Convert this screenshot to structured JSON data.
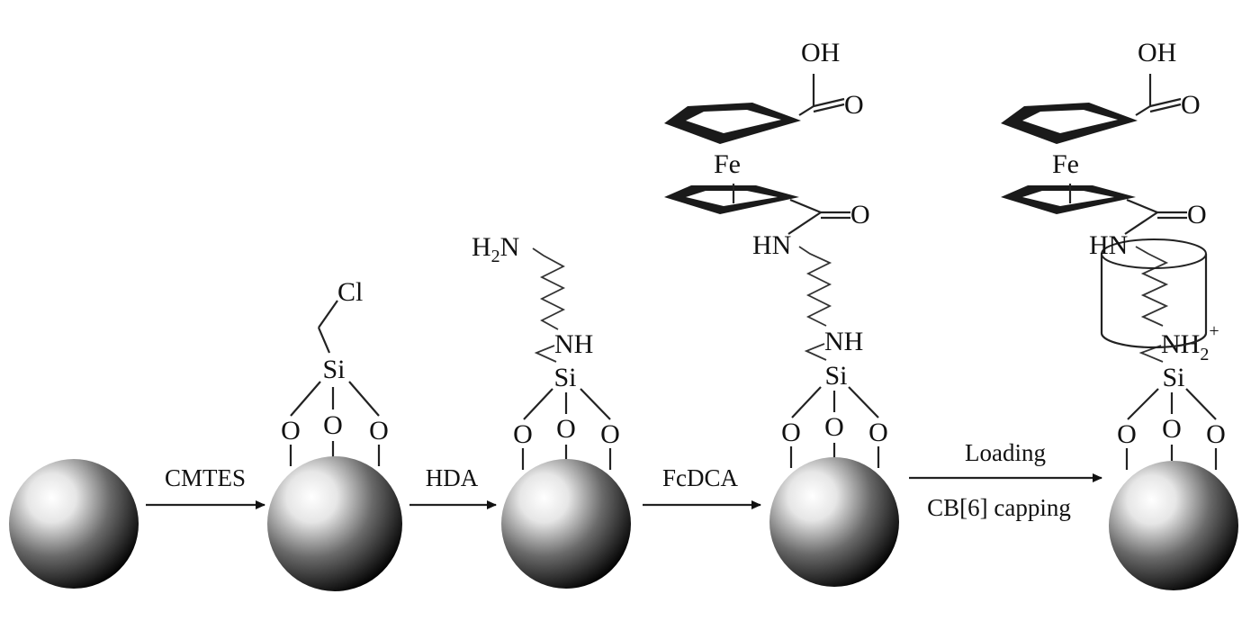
{
  "arrows": [
    {
      "label": "CMTES"
    },
    {
      "label": "HDA"
    },
    {
      "label": "FcDCA"
    },
    {
      "label_top": "Loading",
      "label_bottom": "CB[6] capping"
    }
  ],
  "atoms": {
    "si": "Si",
    "o": "O",
    "cl": "Cl",
    "nh": "NH",
    "h": "H",
    "n": "N",
    "two": "2",
    "hn": "HN",
    "fe": "Fe",
    "oh": "OH",
    "plus": "+"
  },
  "colors": {
    "sphere_light": "#ffffff",
    "sphere_dark": "#000000",
    "ink": "#111111",
    "cyclopentadienyl_fill": "#1a1a1a"
  }
}
